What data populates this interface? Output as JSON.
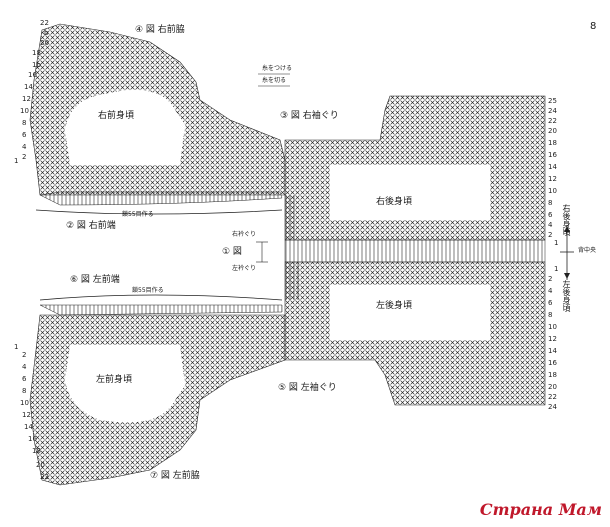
{
  "page_number": "8",
  "legend": {
    "join": "糸をつける",
    "cut": "糸を切る"
  },
  "pieces": {
    "p1": "① 図",
    "p2": "② 図  右前端",
    "p3": "③ 図  右袖ぐり",
    "p4": "④ 図  右前脇",
    "p5": "⑤ 図  左袖ぐり",
    "p6": "⑥ 図  左前端",
    "p7": "⑦ 図  左前脇"
  },
  "panels": {
    "right_front": "右前身頃",
    "right_back": "右後身頃",
    "left_back": "左後身頃",
    "left_front": "左前身頃"
  },
  "neck": {
    "right": "右衿ぐり",
    "left": "左衿ぐり"
  },
  "chain_note": "鎖55目作る",
  "center_note": "背中央",
  "side_labels": {
    "right_back": "右後身頃",
    "left_back": "左後身頃"
  },
  "row_numbers": {
    "top_left": [
      "22",
      "b",
      "20",
      "18",
      "1b",
      "16",
      "14",
      "12",
      "10",
      "8",
      "6",
      "4",
      "2",
      "1"
    ],
    "top_right": [
      "25",
      "24",
      "22",
      "20",
      "18",
      "16",
      "14",
      "12",
      "10",
      "8",
      "6",
      "4",
      "2",
      "1"
    ],
    "bottom_right": [
      "1",
      "2",
      "4",
      "6",
      "8",
      "10",
      "12",
      "14",
      "16",
      "18",
      "20",
      "22",
      "24"
    ],
    "bottom_left": [
      "1",
      "2",
      "4",
      "6",
      "8",
      "10",
      "12",
      "14",
      "16",
      "18",
      "20",
      "22"
    ]
  },
  "watermark": "Страна Мам"
}
